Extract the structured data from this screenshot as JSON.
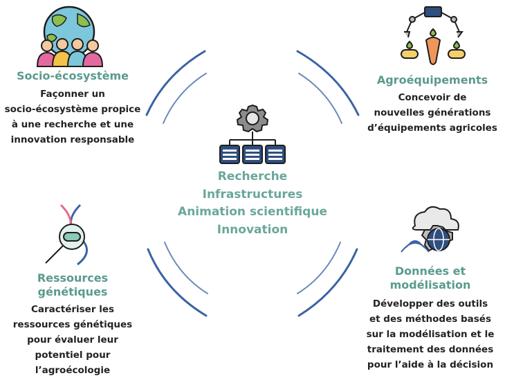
{
  "center": {
    "lines": [
      "Recherche",
      "Infrastructures",
      "Animation scientifique",
      "Innovation"
    ],
    "icon": "gear-network-icon"
  },
  "quadrants": {
    "socio": {
      "title": "Socio-écosystème",
      "desc": [
        "Façonner un",
        "socio-écosystème propice",
        "à une recherche et une",
        "innovation responsable"
      ],
      "icon": "globe-people-icon"
    },
    "agro": {
      "title": "Agroéquipements",
      "desc": [
        "Concevoir de",
        "nouvelles générations",
        "d’équipements agricoles"
      ],
      "icon": "robot-crops-icon"
    },
    "genetic": {
      "title": [
        "Ressources",
        "génétiques"
      ],
      "desc": [
        "Caractériser les",
        "ressources génétiques",
        "pour évaluer leur",
        "potentiel pour",
        "l’agroécologie"
      ],
      "icon": "dna-magnifier-icon"
    },
    "data": {
      "title": [
        "Données et",
        "modélisation"
      ],
      "desc": [
        "Développer des outils",
        "et des méthodes basés",
        "sur la modélisation et le",
        "traitement des données",
        "pour l’aide à la décision"
      ],
      "icon": "cloud-gear-globe-icon"
    }
  },
  "colors": {
    "title": "#5a9a8e",
    "arc": "#3a62a3",
    "text": "#222222"
  }
}
